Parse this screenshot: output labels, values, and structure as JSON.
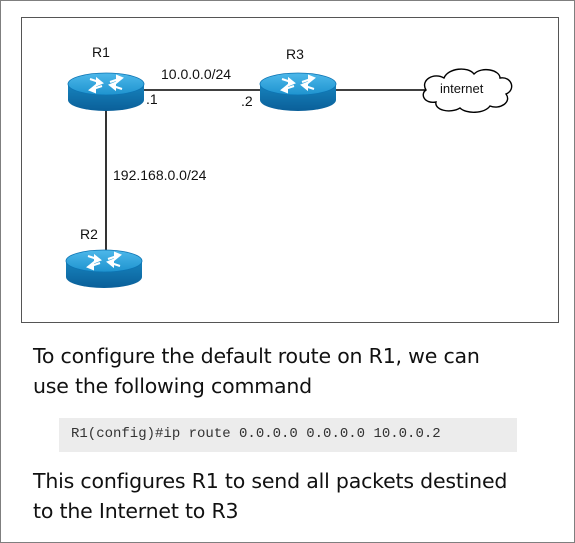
{
  "diagram": {
    "routers": [
      {
        "id": "R1",
        "label": "R1"
      },
      {
        "id": "R2",
        "label": "R2"
      },
      {
        "id": "R3",
        "label": "R3"
      }
    ],
    "links": [
      {
        "from": "R1",
        "to": "R3",
        "network": "10.0.0.0/24",
        "from_iface": ".1",
        "to_iface": ".2"
      },
      {
        "from": "R1",
        "to": "R2",
        "network": "192.168.0.0/24"
      },
      {
        "from": "R3",
        "to": "internet"
      }
    ],
    "cloud_label": "internet",
    "router_color": "#1e9ad6",
    "router_dark_color": "#0b6aa8"
  },
  "text": {
    "line1": "To configure the default route on R1, we can",
    "line2": "use the following command",
    "command": "R1(config)#ip route 0.0.0.0 0.0.0.0 10.0.0.2",
    "line3": "This configures R1 to send all packets destined",
    "line4": "to the Internet to R3"
  }
}
